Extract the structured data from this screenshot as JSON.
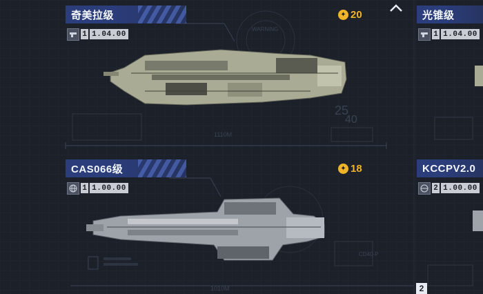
{
  "ships": [
    {
      "name": "奇美拉级",
      "type_count": "1",
      "value": "1.04.00",
      "cost": "20",
      "icon": "gun-icon"
    },
    {
      "name": "CAS066级",
      "type_count": "1",
      "value": "1.00.00",
      "cost": "18",
      "icon": "globe-icon"
    }
  ],
  "side_ships": [
    {
      "name": "光锥级",
      "type_count": "1",
      "value": "1.04.00",
      "icon": "gun-icon"
    },
    {
      "name": "KCCPV2.0",
      "type_count": "2",
      "value": "1.00.00",
      "icon": "globe-icon"
    }
  ],
  "collapse_icon": "chevron-up-icon",
  "corner_tag": "2",
  "blueprint_text": {
    "t1": "WARNING",
    "t2": "1110M",
    "t3": "25",
    "t4": "40",
    "t5": "1010M",
    "t6": "CD40-P"
  },
  "colors": {
    "accent": "#2b3d7a",
    "cost": "#f0b429",
    "background": "#1c2029"
  }
}
